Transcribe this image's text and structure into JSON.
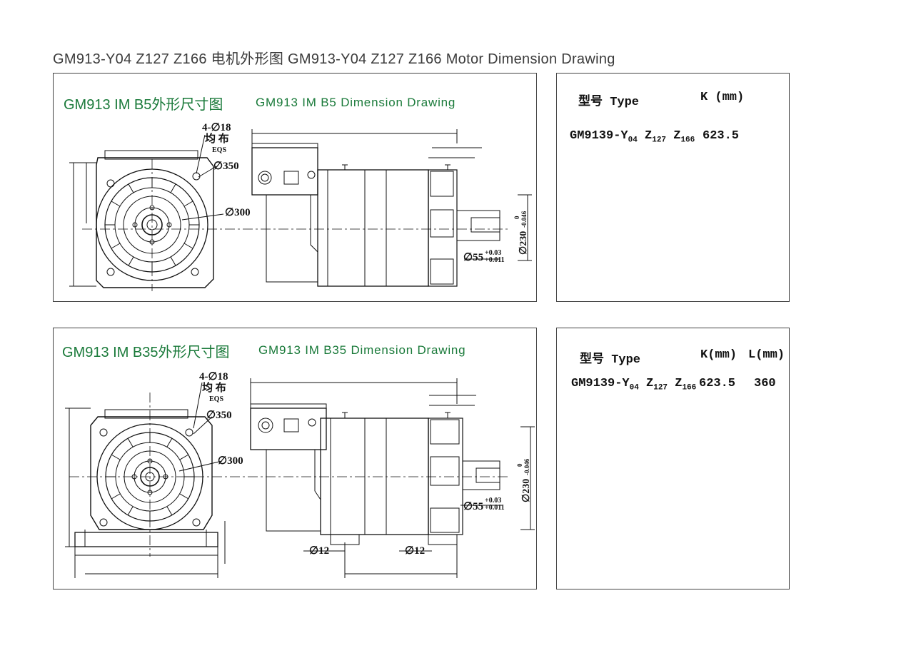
{
  "page": {
    "title": "GM913-Y04 Z127 Z166 电机外形图 GM913-Y04 Z127 Z166 Motor Dimension Drawing"
  },
  "b5": {
    "title_cn": "GM913 IM B5外形尺寸图",
    "title_en": "GM913 IM B5 Dimension Drawing",
    "labels": {
      "holes": "4-∅18",
      "evenly": "均 布",
      "eqs": "EQS",
      "d350": "∅350",
      "d300": "∅300",
      "d55": "∅55",
      "d55_tol_upper": "+0.03",
      "d55_tol_lower": "+0.011",
      "d230": "∅230",
      "d230_tol_upper": "0",
      "d230_tol_lower": "-0.046"
    },
    "table": {
      "header_type": "型号 Type",
      "header_k": "K (mm)",
      "model_prefix": "GM9139-Y",
      "model_sub1": "04",
      "model_z1": " Z",
      "model_sub2": "127",
      "model_z2": " Z",
      "model_sub3": "166",
      "k_value": "623.5"
    }
  },
  "b35": {
    "title_cn": "GM913 IM B35外形尺寸图",
    "title_en": "GM913 IM B35 Dimension Drawing",
    "labels": {
      "holes": "4-∅18",
      "evenly": "均 布",
      "eqs": "EQS",
      "d350": "∅350",
      "d300": "∅300",
      "d55": "∅55",
      "d55_tol_upper": "+0.03",
      "d55_tol_lower": "+0.011",
      "d230": "∅230",
      "d230_tol_upper": "0",
      "d230_tol_lower": "-0.046",
      "foot_hole_1": "∅12",
      "foot_hole_2": "∅12"
    },
    "table": {
      "header_type": "型号 Type",
      "header_k": "K(mm)",
      "header_l": "L(mm)",
      "model_prefix": "GM9139-Y",
      "model_sub1": "04",
      "model_z1": " Z",
      "model_sub2": "127",
      "model_z2": " Z",
      "model_sub3": "166",
      "k_value": "623.5",
      "l_value": "360"
    }
  },
  "colors": {
    "title_green": "#1a7a3a",
    "line": "#111111",
    "border": "#444444"
  }
}
